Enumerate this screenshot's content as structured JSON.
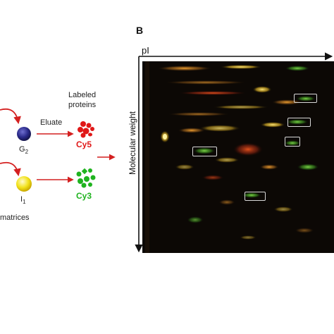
{
  "panel_letter": "B",
  "x_axis_label": "pI",
  "y_axis_label": "Molecular weight",
  "left": {
    "eluate_label": "Eluate",
    "labeled_proteins_label": "Labeled\nproteins",
    "g2_label": "G",
    "g2_sub": "2",
    "i1_label": "I",
    "i1_sub": "1",
    "cy5_label": "Cy5",
    "cy3_label": "Cy3",
    "matrices_label": "matrices"
  },
  "colors": {
    "red_dye": "#e01818",
    "green_dye": "#1fb31f",
    "arrow": "#d42020",
    "sphere_blue": "#2a2a8a",
    "sphere_yellow": "#f2e21a",
    "box": "#d8d8d8"
  },
  "gel_boxes_count": 5
}
